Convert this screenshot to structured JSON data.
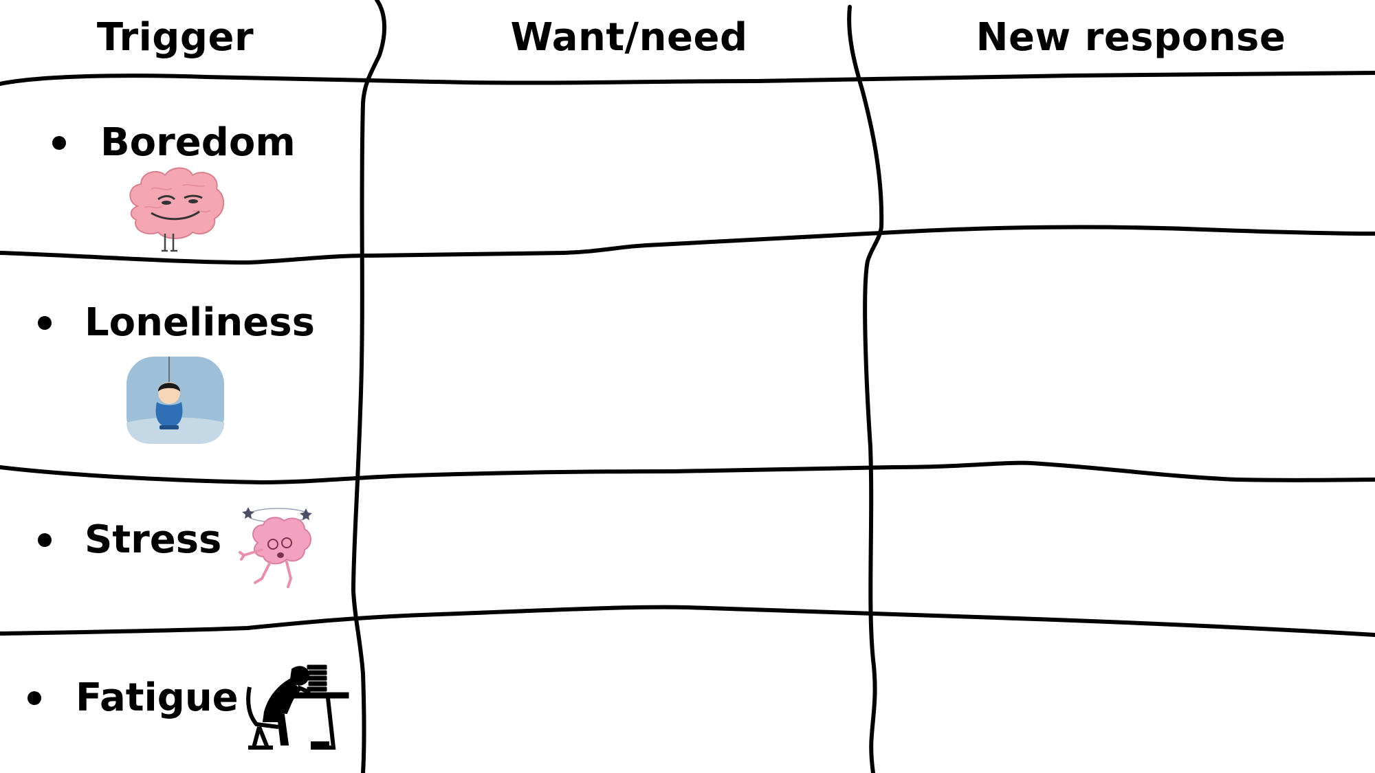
{
  "headers": [
    "Trigger",
    "Want/need",
    "New response"
  ],
  "triggers": [
    {
      "label": "Boredom",
      "icon": "bored-brain-icon"
    },
    {
      "label": "Loneliness",
      "icon": "lonely-child-icon"
    },
    {
      "label": "Stress",
      "icon": "dizzy-brain-icon"
    },
    {
      "label": "Fatigue",
      "icon": "tired-at-desk-icon"
    }
  ],
  "want_need": [
    "",
    "",
    "",
    ""
  ],
  "new_response": [
    "",
    "",
    "",
    ""
  ]
}
